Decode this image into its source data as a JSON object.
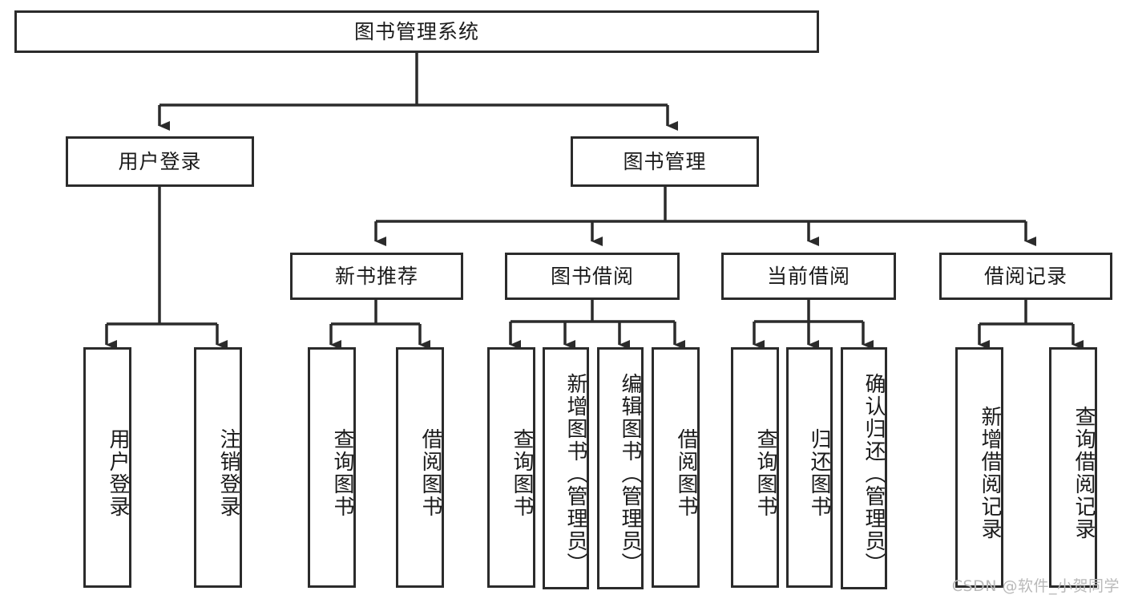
{
  "diagram": {
    "title": "图书管理系统",
    "type": "hierarchy-tree",
    "style": {
      "border_color": "#2b2b2b",
      "background_color": "#ffffff",
      "text_color": "#1b1b1b",
      "watermark_color": "#b9b9b9"
    },
    "levels": {
      "root": {
        "label": "图书管理系统"
      },
      "level2": [
        {
          "label": "用户登录"
        },
        {
          "label": "图书管理"
        }
      ],
      "level3": [
        {
          "label": "新书推荐"
        },
        {
          "label": "图书借阅"
        },
        {
          "label": "当前借阅"
        },
        {
          "label": "借阅记录"
        }
      ],
      "level4": [
        {
          "label": "用户登录",
          "parent": "用户登录"
        },
        {
          "label": "注销登录",
          "parent": "用户登录"
        },
        {
          "label": "查询图书",
          "parent": "新书推荐"
        },
        {
          "label": "借阅图书",
          "parent": "新书推荐"
        },
        {
          "label": "查询图书",
          "parent": "图书借阅"
        },
        {
          "label": "新增图书（管理员）",
          "parent": "图书借阅"
        },
        {
          "label": "编辑图书（管理员）",
          "parent": "图书借阅"
        },
        {
          "label": "借阅图书",
          "parent": "图书借阅"
        },
        {
          "label": "查询图书",
          "parent": "当前借阅"
        },
        {
          "label": "归还图书",
          "parent": "当前借阅"
        },
        {
          "label": "确认归还（管理员）",
          "parent": "当前借阅"
        },
        {
          "label": "新增借阅记录",
          "parent": "借阅记录"
        },
        {
          "label": "查询借阅记录",
          "parent": "借阅记录"
        }
      ]
    }
  },
  "watermark": {
    "text": "CSDN @软件_小贺同学"
  }
}
